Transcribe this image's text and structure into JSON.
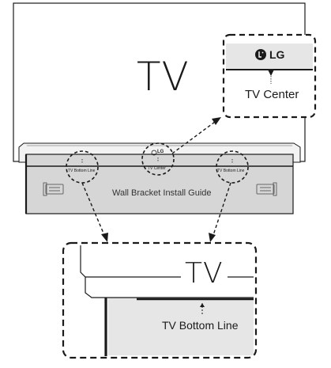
{
  "top_tv_label": "TV",
  "bracket": {
    "guide_text": "Wall Bracket Install Guide",
    "small_logo_text": "LG",
    "center_small_label": "TV Center",
    "left_small_label": "TV Bottom Line",
    "right_small_label": "TV Bottom Line"
  },
  "zoom_center": {
    "logo_text": "LG",
    "label": "TV Center"
  },
  "zoom_bottom": {
    "tv_label": "TV",
    "label": "TV Bottom Line"
  },
  "colors": {
    "line": "#1a1a1a",
    "bracket_fill": "#d8d8d8",
    "panel_gray": "#e8e8e8",
    "white": "#ffffff"
  }
}
